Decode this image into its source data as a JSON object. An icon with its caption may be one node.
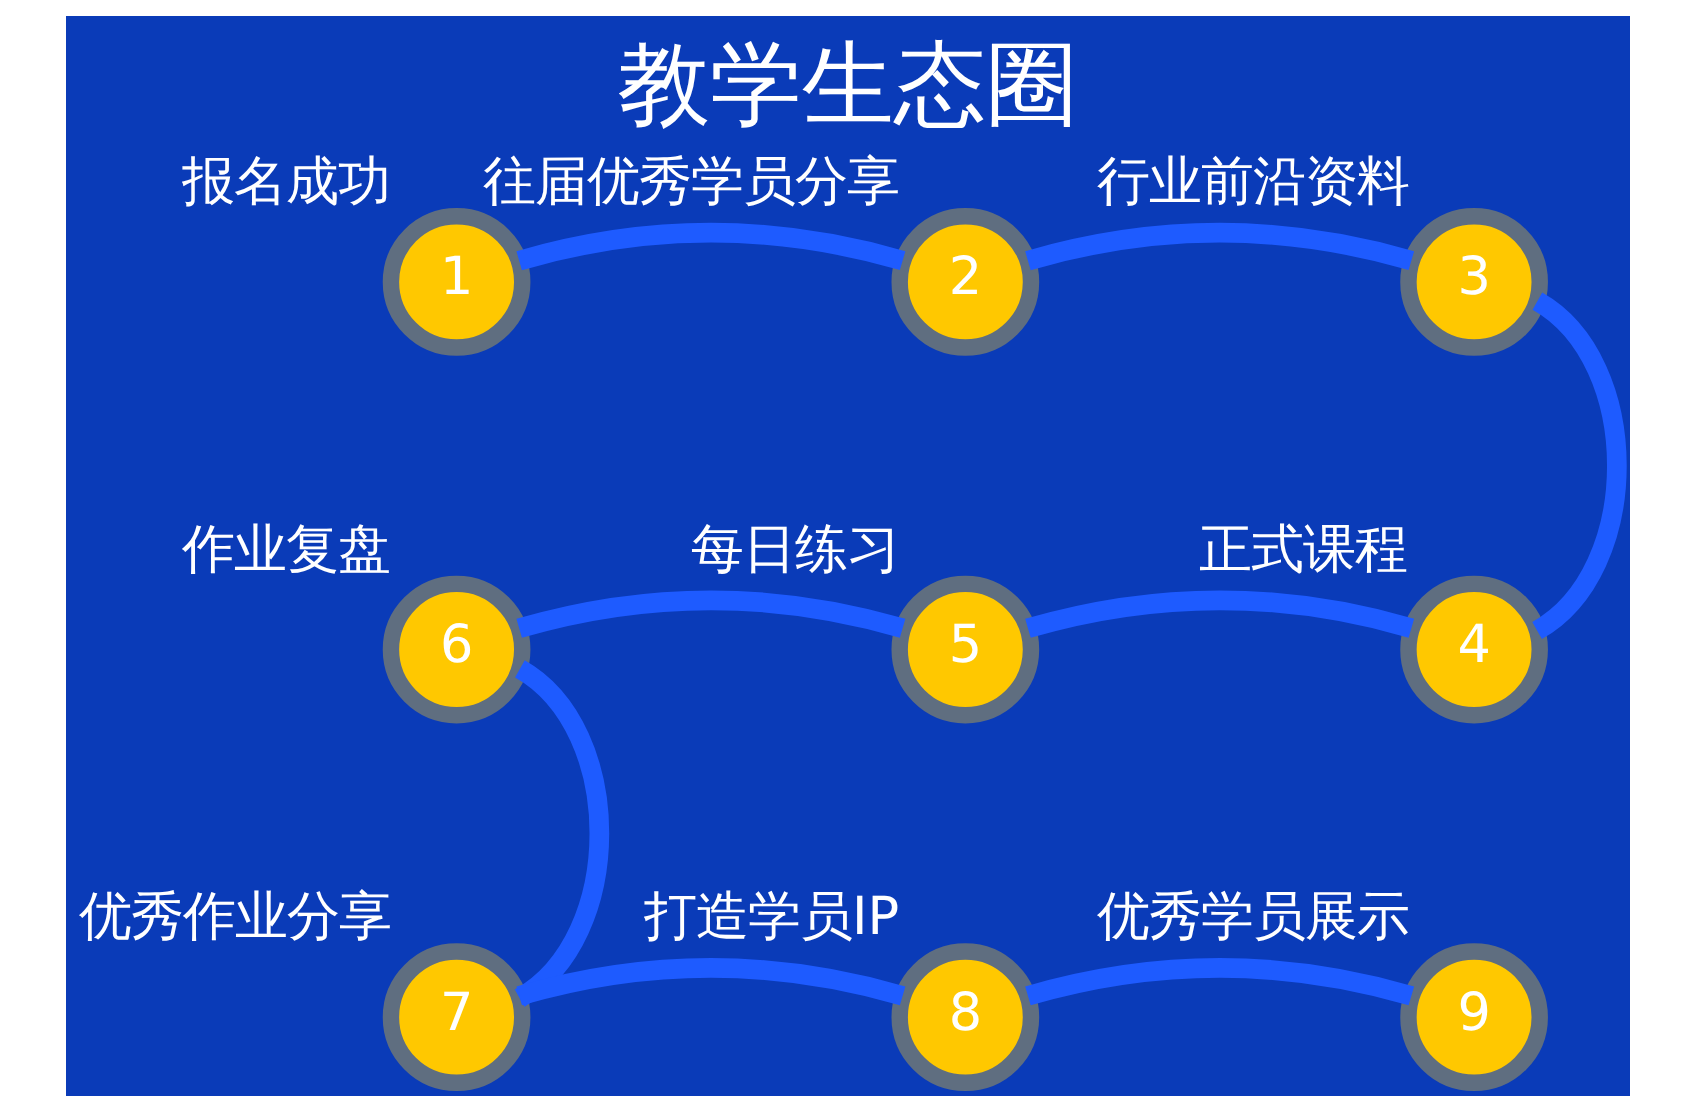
{
  "diagram": {
    "title": "教学生态圈",
    "nodes": [
      {
        "text": [
          "1"
        ],
        "beside": [
          "报名成功"
        ]
      },
      {
        "text": [
          "2"
        ],
        "beside": [
          "往届优秀学员分享"
        ]
      },
      {
        "text": [
          "3"
        ],
        "beside": [
          "行业前沿资料"
        ]
      },
      {
        "text": [
          "4"
        ],
        "beside": [
          "正式课程"
        ]
      },
      {
        "text": [
          "5"
        ],
        "beside": [
          "每日练习"
        ]
      },
      {
        "text": [
          "6"
        ],
        "beside": [
          "作业复盘"
        ]
      },
      {
        "text": [
          "7"
        ],
        "beside": [
          "优秀作业分享"
        ]
      },
      {
        "text": [
          "8"
        ],
        "beside": [
          "打造学员IP"
        ]
      },
      {
        "text": [
          "9"
        ],
        "beside": [
          "优秀学员展示"
        ]
      }
    ],
    "edges": [
      {
        "from": 0,
        "to": 1,
        "arrow": "none"
      },
      {
        "from": 1,
        "to": 2,
        "arrow": "none"
      },
      {
        "from": 2,
        "to": 3,
        "arrow": "none"
      },
      {
        "from": 3,
        "to": 4,
        "arrow": "none"
      },
      {
        "from": 4,
        "to": 5,
        "arrow": "none"
      },
      {
        "from": 5,
        "to": 6,
        "arrow": "none"
      },
      {
        "from": 6,
        "to": 7,
        "arrow": "none"
      },
      {
        "from": 7,
        "to": 8,
        "arrow": "none"
      }
    ]
  }
}
